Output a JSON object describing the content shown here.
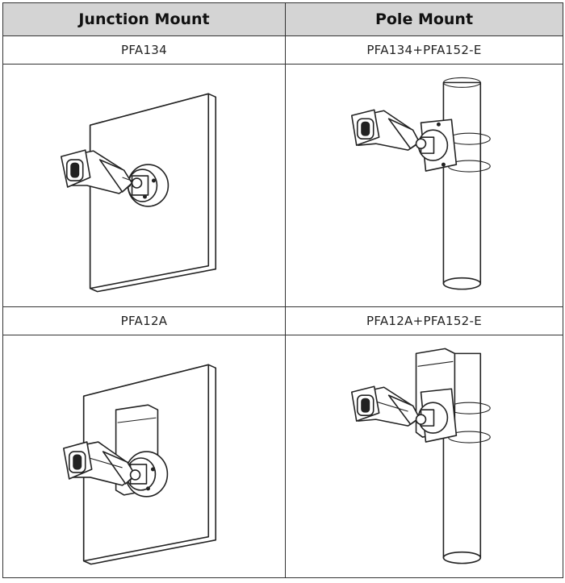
{
  "headers": {
    "junction": "Junction Mount",
    "pole": "Pole Mount"
  },
  "rows": [
    {
      "junction_model": "PFA134",
      "pole_model": "PFA134+PFA152-E"
    },
    {
      "junction_model": "PFA12A",
      "pole_model": "PFA12A+PFA152-E"
    }
  ],
  "illustrations": [
    "wall-junction-mount-illustration",
    "pole-mount-illustration",
    "wall-junction-box-mount-illustration",
    "pole-junction-box-mount-illustration"
  ]
}
